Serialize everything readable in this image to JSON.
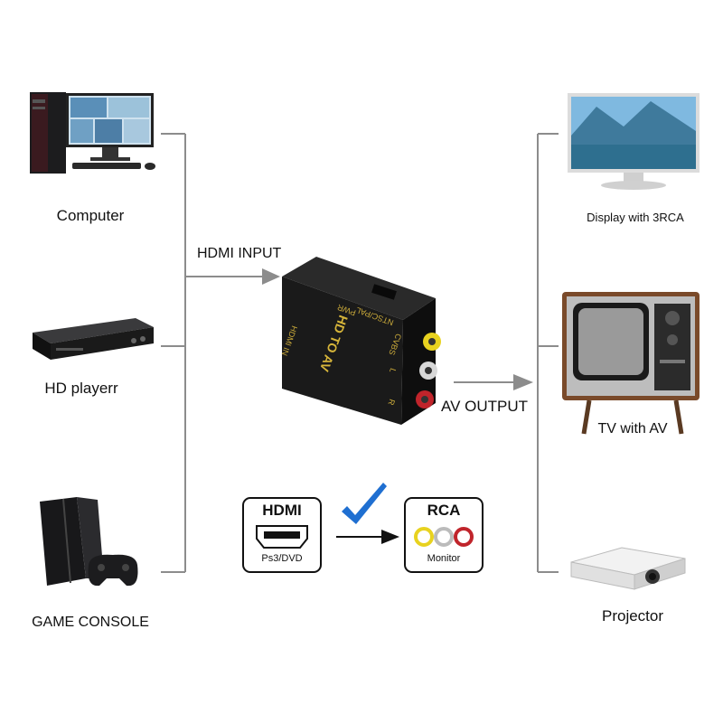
{
  "inputs": [
    {
      "label": "Computer",
      "icon": "desktop-computer-icon"
    },
    {
      "label": "HD playerr",
      "icon": "blu-ray-player-icon"
    },
    {
      "label": "GAME CONSOLE",
      "icon": "game-console-icon"
    }
  ],
  "outputs": [
    {
      "label": "Display with 3RCA",
      "icon": "monitor-display-icon"
    },
    {
      "label": "TV with AV",
      "icon": "crt-television-icon"
    },
    {
      "label": "Projector",
      "icon": "projector-icon"
    }
  ],
  "flow": {
    "input_label": "HDMI INPUT",
    "output_label": "AV OUTPUT"
  },
  "device": {
    "name": "HD TO AV",
    "port_left": "HDMI IN",
    "top_text_1": "PWR",
    "top_text_2": "NTSC/PAL",
    "cvbs": "CVBS",
    "l": "L",
    "r": "R",
    "icon": "hdmi-to-av-converter-icon"
  },
  "legend": {
    "hdmi_title": "HDMI",
    "hdmi_sub": "Ps3/DVD",
    "rca_title": "RCA",
    "rca_sub": "Monitor",
    "check_icon": "check-mark-icon"
  },
  "colors": {
    "line": "#8c8c8c",
    "arrow": "#8c8c8c",
    "check": "#1f6fd1",
    "rca_yellow": "#e8d21f",
    "rca_white": "#d8d8d8",
    "rca_red": "#c0242b"
  }
}
